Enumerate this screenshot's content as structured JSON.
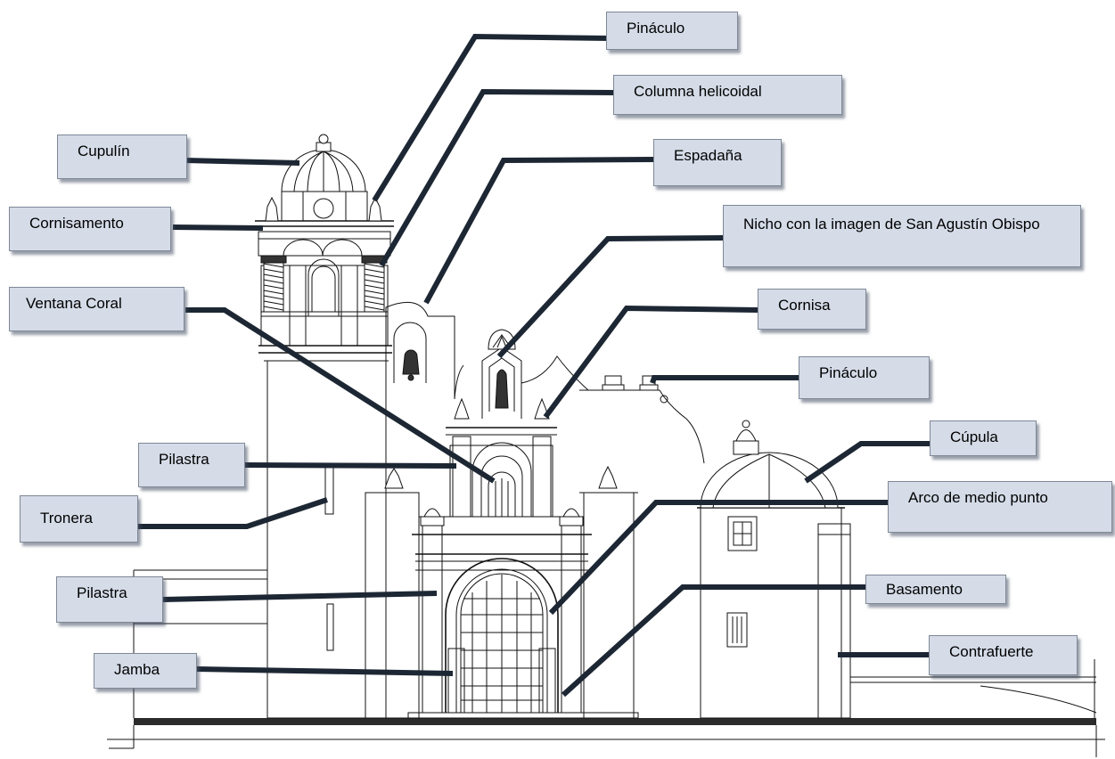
{
  "labels": [
    {
      "id": "pinaculo-top",
      "text": "Pináculo"
    },
    {
      "id": "columna-helicoidal",
      "text": "Columna helicoidal"
    },
    {
      "id": "cupulin",
      "text": "Cupulín"
    },
    {
      "id": "espadana",
      "text": "Espadaña"
    },
    {
      "id": "cornisamento",
      "text": "Cornisamento"
    },
    {
      "id": "nicho",
      "text": "Nicho con la imagen de San Agustín Obispo"
    },
    {
      "id": "ventana-coral",
      "text": "Ventana Coral"
    },
    {
      "id": "cornisa",
      "text": "Cornisa"
    },
    {
      "id": "pinaculo-right",
      "text": "Pináculo"
    },
    {
      "id": "cupula",
      "text": "Cúpula"
    },
    {
      "id": "pilastra-upper",
      "text": "Pilastra"
    },
    {
      "id": "arco",
      "text": "Arco de medio punto"
    },
    {
      "id": "tronera",
      "text": "Tronera"
    },
    {
      "id": "pilastra-lower",
      "text": "Pilastra"
    },
    {
      "id": "basamento",
      "text": "Basamento"
    },
    {
      "id": "contrafuerte",
      "text": "Contrafuerte"
    },
    {
      "id": "jamba",
      "text": "Jamba"
    }
  ],
  "colors": {
    "label_fill": "#d5dce8",
    "label_border": "#7f8896",
    "leader_line": "#1d2734",
    "drawing_line": "#111111"
  }
}
